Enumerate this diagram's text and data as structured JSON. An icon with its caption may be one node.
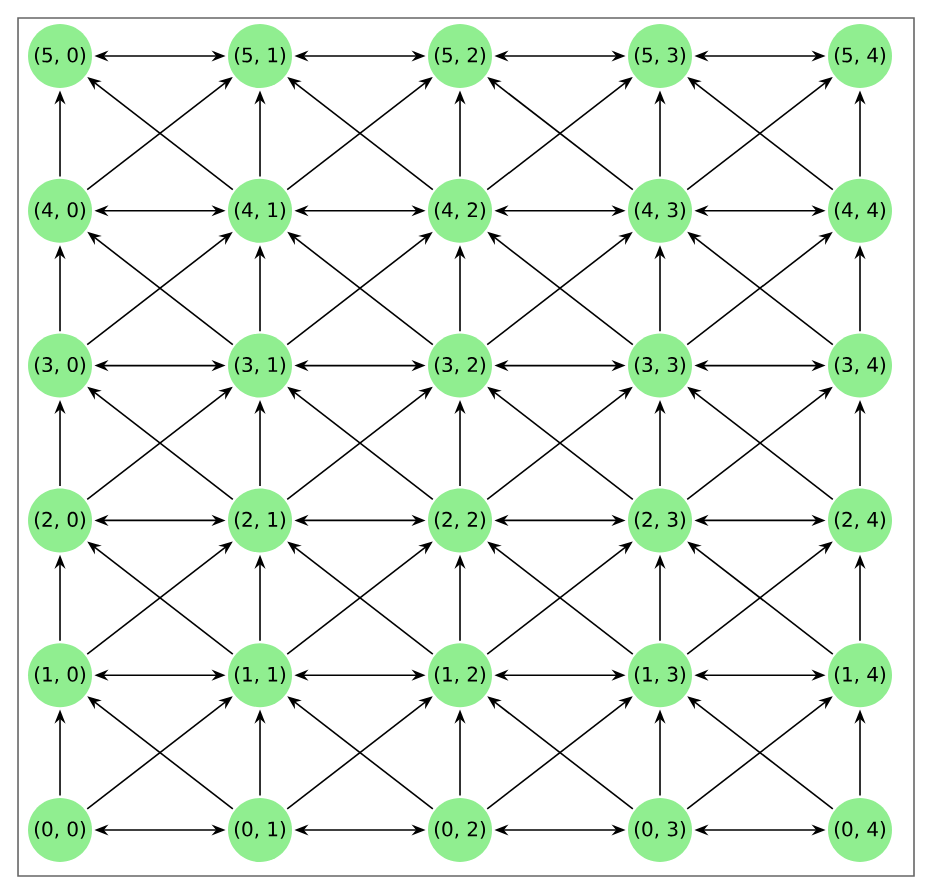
{
  "diagram": {
    "nodes": [
      {
        "text": [
          "(5, 0)"
        ]
      },
      {
        "text": [
          "(5, 1)"
        ]
      },
      {
        "text": [
          "(5, 2)"
        ]
      },
      {
        "text": [
          "(5, 3)"
        ]
      },
      {
        "text": [
          "(5, 4)"
        ]
      },
      {
        "text": [
          "(4, 0)"
        ]
      },
      {
        "text": [
          "(4, 1)"
        ]
      },
      {
        "text": [
          "(4, 2)"
        ]
      },
      {
        "text": [
          "(4, 3)"
        ]
      },
      {
        "text": [
          "(4, 4)"
        ]
      },
      {
        "text": [
          "(3, 0)"
        ]
      },
      {
        "text": [
          "(3, 1)"
        ]
      },
      {
        "text": [
          "(3, 2)"
        ]
      },
      {
        "text": [
          "(3, 3)"
        ]
      },
      {
        "text": [
          "(3, 4)"
        ]
      },
      {
        "text": [
          "(2, 0)"
        ]
      },
      {
        "text": [
          "(2, 1)"
        ]
      },
      {
        "text": [
          "(2, 2)"
        ]
      },
      {
        "text": [
          "(2, 3)"
        ]
      },
      {
        "text": [
          "(2, 4)"
        ]
      },
      {
        "text": [
          "(1, 0)"
        ]
      },
      {
        "text": [
          "(1, 1)"
        ]
      },
      {
        "text": [
          "(1, 2)"
        ]
      },
      {
        "text": [
          "(1, 3)"
        ]
      },
      {
        "text": [
          "(1, 4)"
        ]
      },
      {
        "text": [
          "(0, 0)"
        ]
      },
      {
        "text": [
          "(0, 1)"
        ]
      },
      {
        "text": [
          "(0, 2)"
        ]
      },
      {
        "text": [
          "(0, 3)"
        ]
      },
      {
        "text": [
          "(0, 4)"
        ]
      }
    ],
    "edges": [
      {
        "from": 0,
        "to": 1,
        "arrow": "both"
      },
      {
        "from": 1,
        "to": 2,
        "arrow": "both"
      },
      {
        "from": 2,
        "to": 3,
        "arrow": "both"
      },
      {
        "from": 3,
        "to": 4,
        "arrow": "both"
      },
      {
        "from": 5,
        "to": 6,
        "arrow": "both"
      },
      {
        "from": 6,
        "to": 7,
        "arrow": "both"
      },
      {
        "from": 7,
        "to": 8,
        "arrow": "both"
      },
      {
        "from": 8,
        "to": 9,
        "arrow": "both"
      },
      {
        "from": 10,
        "to": 11,
        "arrow": "both"
      },
      {
        "from": 11,
        "to": 12,
        "arrow": "both"
      },
      {
        "from": 12,
        "to": 13,
        "arrow": "both"
      },
      {
        "from": 13,
        "to": 14,
        "arrow": "both"
      },
      {
        "from": 15,
        "to": 16,
        "arrow": "both"
      },
      {
        "from": 16,
        "to": 17,
        "arrow": "both"
      },
      {
        "from": 17,
        "to": 18,
        "arrow": "both"
      },
      {
        "from": 18,
        "to": 19,
        "arrow": "both"
      },
      {
        "from": 20,
        "to": 21,
        "arrow": "both"
      },
      {
        "from": 21,
        "to": 22,
        "arrow": "both"
      },
      {
        "from": 22,
        "to": 23,
        "arrow": "both"
      },
      {
        "from": 23,
        "to": 24,
        "arrow": "both"
      },
      {
        "from": 25,
        "to": 26,
        "arrow": "both"
      },
      {
        "from": 26,
        "to": 27,
        "arrow": "both"
      },
      {
        "from": 27,
        "to": 28,
        "arrow": "both"
      },
      {
        "from": 28,
        "to": 29,
        "arrow": "both"
      },
      {
        "from": 5,
        "to": 0,
        "arrow": "to"
      },
      {
        "from": 5,
        "to": 1,
        "arrow": "to"
      },
      {
        "from": 6,
        "to": 1,
        "arrow": "to"
      },
      {
        "from": 6,
        "to": 0,
        "arrow": "to"
      },
      {
        "from": 6,
        "to": 2,
        "arrow": "to"
      },
      {
        "from": 7,
        "to": 2,
        "arrow": "to"
      },
      {
        "from": 7,
        "to": 1,
        "arrow": "to"
      },
      {
        "from": 7,
        "to": 3,
        "arrow": "to"
      },
      {
        "from": 8,
        "to": 3,
        "arrow": "to"
      },
      {
        "from": 8,
        "to": 2,
        "arrow": "to"
      },
      {
        "from": 8,
        "to": 4,
        "arrow": "to"
      },
      {
        "from": 9,
        "to": 4,
        "arrow": "to"
      },
      {
        "from": 9,
        "to": 3,
        "arrow": "to"
      },
      {
        "from": 10,
        "to": 5,
        "arrow": "to"
      },
      {
        "from": 10,
        "to": 6,
        "arrow": "to"
      },
      {
        "from": 11,
        "to": 6,
        "arrow": "to"
      },
      {
        "from": 11,
        "to": 5,
        "arrow": "to"
      },
      {
        "from": 11,
        "to": 7,
        "arrow": "to"
      },
      {
        "from": 12,
        "to": 7,
        "arrow": "to"
      },
      {
        "from": 12,
        "to": 6,
        "arrow": "to"
      },
      {
        "from": 12,
        "to": 8,
        "arrow": "to"
      },
      {
        "from": 13,
        "to": 8,
        "arrow": "to"
      },
      {
        "from": 13,
        "to": 7,
        "arrow": "to"
      },
      {
        "from": 13,
        "to": 9,
        "arrow": "to"
      },
      {
        "from": 14,
        "to": 9,
        "arrow": "to"
      },
      {
        "from": 14,
        "to": 8,
        "arrow": "to"
      },
      {
        "from": 15,
        "to": 10,
        "arrow": "to"
      },
      {
        "from": 15,
        "to": 11,
        "arrow": "to"
      },
      {
        "from": 16,
        "to": 11,
        "arrow": "to"
      },
      {
        "from": 16,
        "to": 10,
        "arrow": "to"
      },
      {
        "from": 16,
        "to": 12,
        "arrow": "to"
      },
      {
        "from": 17,
        "to": 12,
        "arrow": "to"
      },
      {
        "from": 17,
        "to": 11,
        "arrow": "to"
      },
      {
        "from": 17,
        "to": 13,
        "arrow": "to"
      },
      {
        "from": 18,
        "to": 13,
        "arrow": "to"
      },
      {
        "from": 18,
        "to": 12,
        "arrow": "to"
      },
      {
        "from": 18,
        "to": 14,
        "arrow": "to"
      },
      {
        "from": 19,
        "to": 14,
        "arrow": "to"
      },
      {
        "from": 19,
        "to": 13,
        "arrow": "to"
      },
      {
        "from": 20,
        "to": 15,
        "arrow": "to"
      },
      {
        "from": 20,
        "to": 16,
        "arrow": "to"
      },
      {
        "from": 21,
        "to": 16,
        "arrow": "to"
      },
      {
        "from": 21,
        "to": 15,
        "arrow": "to"
      },
      {
        "from": 21,
        "to": 17,
        "arrow": "to"
      },
      {
        "from": 22,
        "to": 17,
        "arrow": "to"
      },
      {
        "from": 22,
        "to": 16,
        "arrow": "to"
      },
      {
        "from": 22,
        "to": 18,
        "arrow": "to"
      },
      {
        "from": 23,
        "to": 18,
        "arrow": "to"
      },
      {
        "from": 23,
        "to": 17,
        "arrow": "to"
      },
      {
        "from": 23,
        "to": 19,
        "arrow": "to"
      },
      {
        "from": 24,
        "to": 19,
        "arrow": "to"
      },
      {
        "from": 24,
        "to": 18,
        "arrow": "to"
      },
      {
        "from": 25,
        "to": 20,
        "arrow": "to"
      },
      {
        "from": 25,
        "to": 21,
        "arrow": "to"
      },
      {
        "from": 26,
        "to": 21,
        "arrow": "to"
      },
      {
        "from": 26,
        "to": 20,
        "arrow": "to"
      },
      {
        "from": 26,
        "to": 22,
        "arrow": "to"
      },
      {
        "from": 27,
        "to": 22,
        "arrow": "to"
      },
      {
        "from": 27,
        "to": 21,
        "arrow": "to"
      },
      {
        "from": 27,
        "to": 23,
        "arrow": "to"
      },
      {
        "from": 28,
        "to": 23,
        "arrow": "to"
      },
      {
        "from": 28,
        "to": 22,
        "arrow": "to"
      },
      {
        "from": 28,
        "to": 24,
        "arrow": "to"
      },
      {
        "from": 29,
        "to": 24,
        "arrow": "to"
      },
      {
        "from": 29,
        "to": 23,
        "arrow": "to"
      }
    ]
  }
}
